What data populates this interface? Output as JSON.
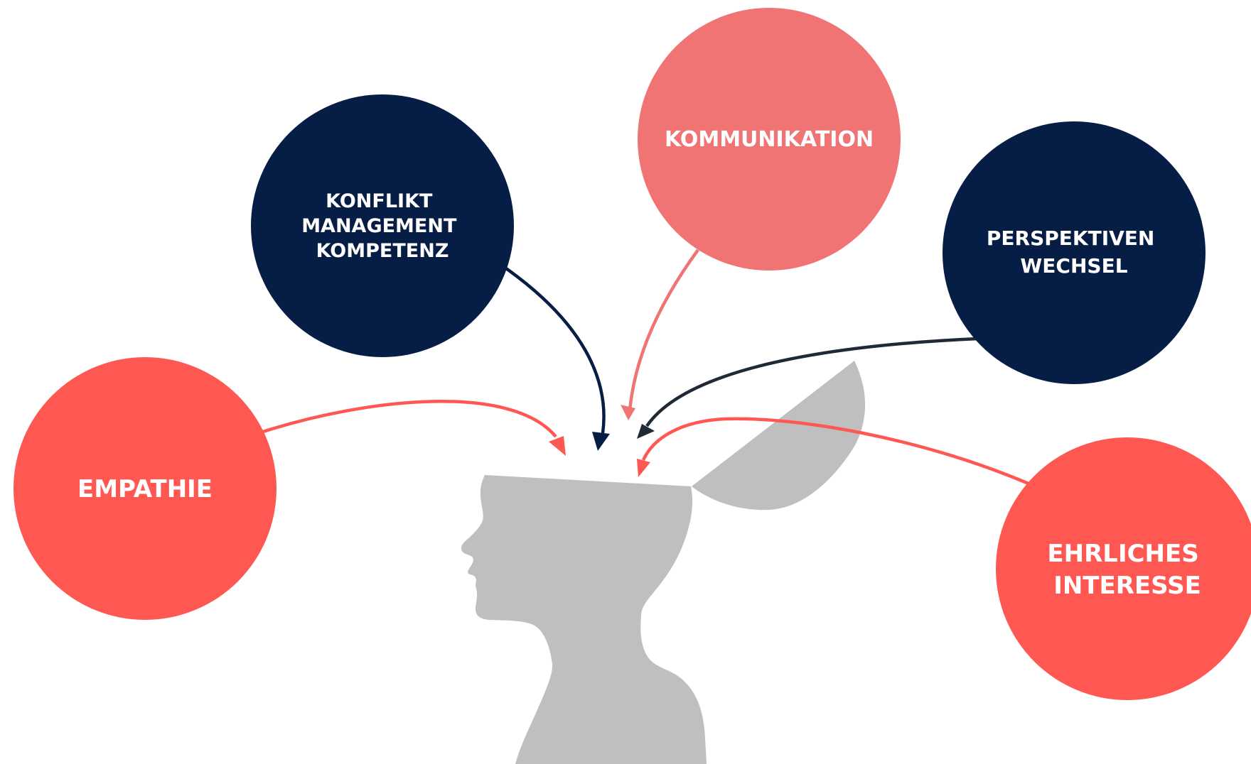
{
  "colors": {
    "navy": "#061e45",
    "coral": "#ff5751",
    "salmon": "#ef7473",
    "head_gray": "#bfbfbf",
    "arrow_dark": "#1f2a36"
  },
  "bubbles": {
    "konflikt": {
      "lines": [
        "KONFLIKT",
        "MANAGEMENT",
        "KOMPETENZ"
      ],
      "color": "navy"
    },
    "kommunikation": {
      "lines": [
        "KOMMUNIKATION"
      ],
      "color": "salmon"
    },
    "perspektiven": {
      "lines": [
        "PERSPEKTIVEN",
        "WECHSEL"
      ],
      "color": "navy"
    },
    "empathie": {
      "lines": [
        "EMPATHIE"
      ],
      "color": "coral"
    },
    "ehrliches": {
      "lines": [
        "EHRLICHES",
        "INTERESSE"
      ],
      "color": "coral"
    }
  },
  "head": {
    "icon": "open-head-silhouette-icon"
  }
}
